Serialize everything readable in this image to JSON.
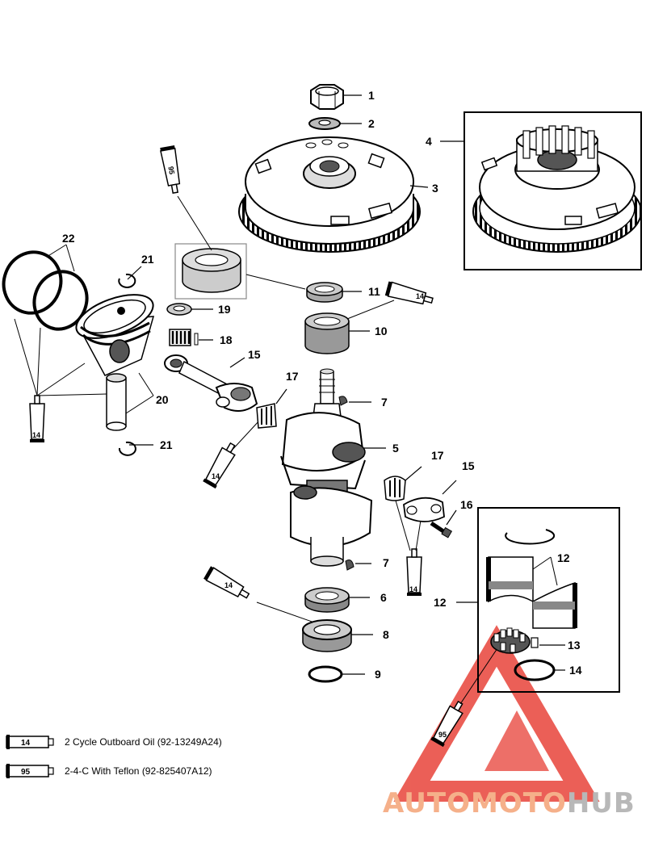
{
  "callouts": {
    "c1": "1",
    "c2": "2",
    "c3": "3",
    "c4": "4",
    "c5": "5",
    "c6": "6",
    "c7a": "7",
    "c7b": "7",
    "c8": "8",
    "c9": "9",
    "c10": "10",
    "c11": "11",
    "c12a": "12",
    "c12b": "12",
    "c13": "13",
    "c14": "14",
    "c15a": "15",
    "c15b": "15",
    "c16": "16",
    "c17a": "17",
    "c17b": "17",
    "c18": "18",
    "c19": "19",
    "c20": "20",
    "c21a": "21",
    "c21b": "21",
    "c22": "22"
  },
  "tubes": {
    "t14": "14",
    "t95": "95"
  },
  "legend": [
    {
      "tube": "14",
      "text": "2 Cycle Outboard Oil (92-13249A24)"
    },
    {
      "tube": "95",
      "text": "2-4-C  With Teflon (92-825407A12)"
    }
  ],
  "watermark": {
    "part1": "AUTOMOTO",
    "part2": "HUB",
    "color1": "#f5b08a",
    "color2": "#b8b8b8",
    "logo_color": "#e8443a"
  }
}
